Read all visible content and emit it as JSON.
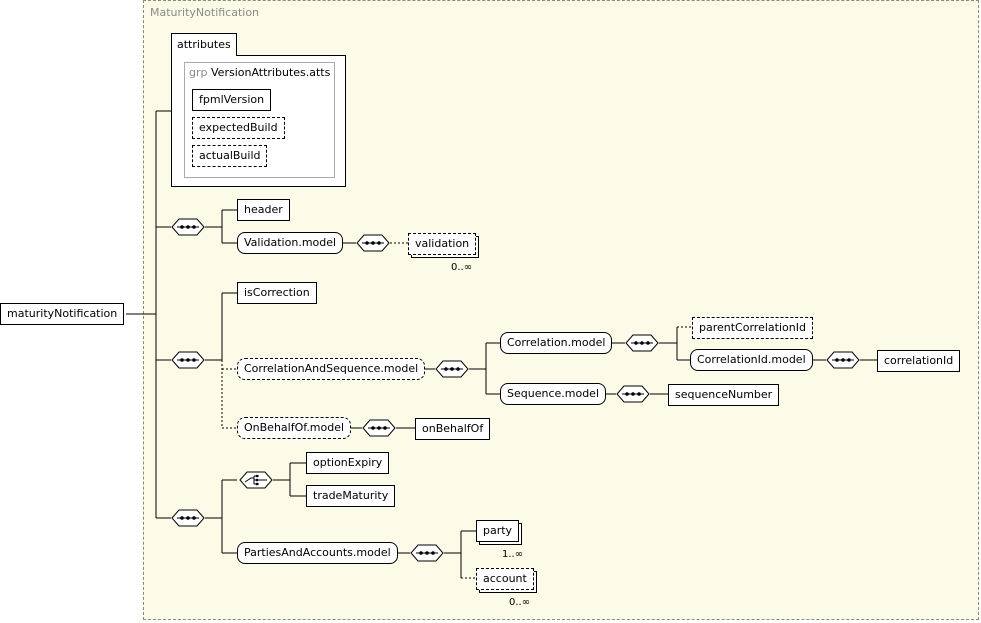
{
  "diagram": {
    "container_title": "MaturityNotification",
    "root": "maturityNotification",
    "attributes_tab": "attributes",
    "attribute_group": {
      "keyword": "grp",
      "name": "VersionAttributes.atts"
    },
    "attributes": [
      "fpmlVersion",
      "expectedBuild",
      "actualBuild"
    ],
    "elements": {
      "header": "header",
      "validation_model": "Validation.model",
      "validation": "validation",
      "is_correction": "isCorrection",
      "correlation_and_sequence_model": "CorrelationAndSequence.model",
      "correlation_model": "Correlation.model",
      "parent_correlation_id": "parentCorrelationId",
      "correlation_id_model": "CorrelationId.model",
      "correlation_id": "correlationId",
      "sequence_model": "Sequence.model",
      "sequence_number": "sequenceNumber",
      "on_behalf_of_model": "OnBehalfOf.model",
      "on_behalf_of": "onBehalfOf",
      "option_expiry": "optionExpiry",
      "trade_maturity": "tradeMaturity",
      "parties_and_accounts_model": "PartiesAndAccounts.model",
      "party": "party",
      "account": "account"
    },
    "multiplicities": {
      "validation": "0..∞",
      "party": "1..∞",
      "account": "0..∞"
    },
    "compositors": [
      "sequence",
      "sequence",
      "sequence",
      "sequence",
      "sequence",
      "sequence",
      "sequence",
      "sequence",
      "sequence",
      "choice",
      "sequence"
    ]
  }
}
